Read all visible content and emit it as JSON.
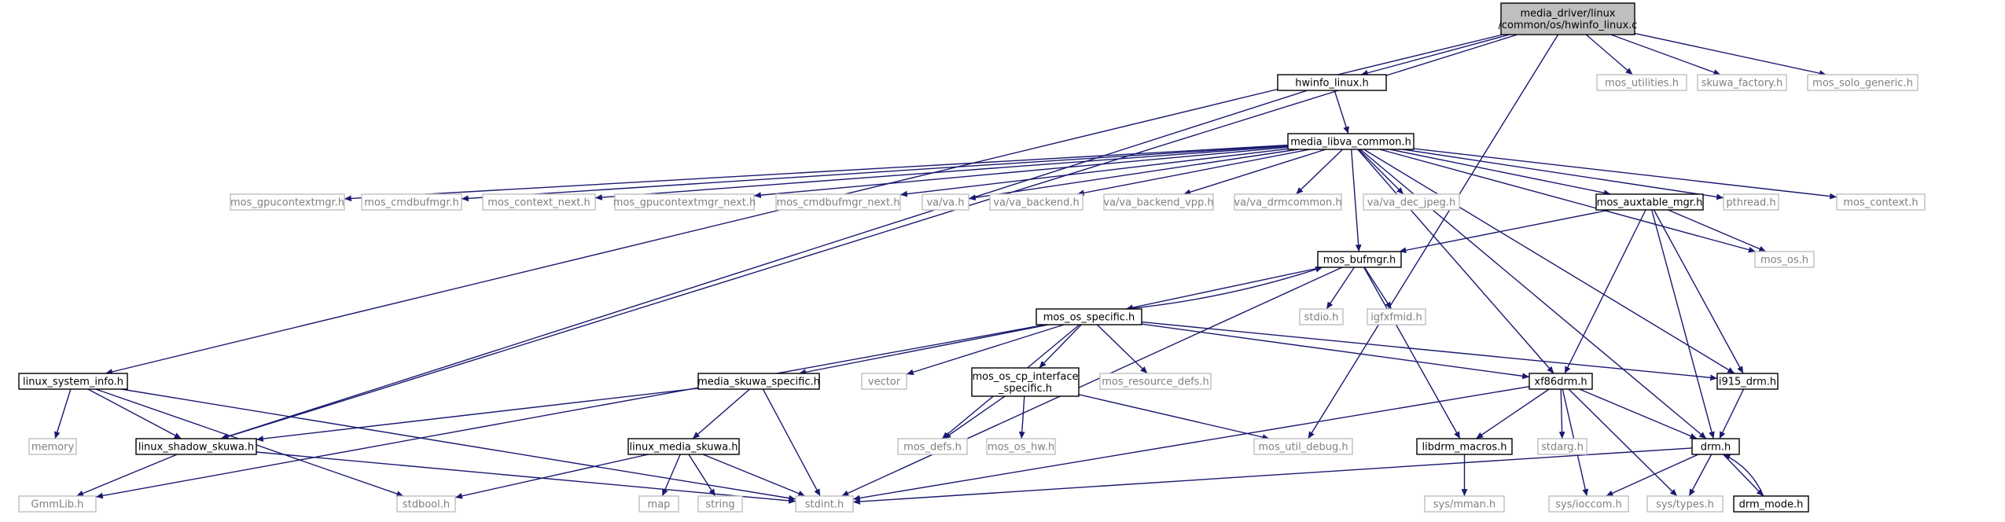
{
  "colors": {
    "edge": "#191970",
    "node_border_documented": "#000000",
    "node_border_external": "#bfbfbf",
    "node_fill": "#ffffff",
    "root_fill": "#bfbfbf",
    "label_documented": "#000000",
    "label_external": "#7f7f7f"
  },
  "graph": {
    "nodes": [
      {
        "id": "root",
        "lines": [
          "media_driver/linux",
          "/common/os/hwinfo_linux.c"
        ],
        "kind": "root"
      },
      {
        "id": "hwinfo_linux",
        "lines": [
          "hwinfo_linux.h"
        ],
        "kind": "documented"
      },
      {
        "id": "mos_utilities",
        "lines": [
          "mos_utilities.h"
        ],
        "kind": "external"
      },
      {
        "id": "skuwa_factory",
        "lines": [
          "skuwa_factory.h"
        ],
        "kind": "external"
      },
      {
        "id": "mos_solo_generic",
        "lines": [
          "mos_solo_generic.h"
        ],
        "kind": "external"
      },
      {
        "id": "media_libva_common",
        "lines": [
          "media_libva_common.h"
        ],
        "kind": "documented"
      },
      {
        "id": "mos_gpucontextmgr",
        "lines": [
          "mos_gpucontextmgr.h"
        ],
        "kind": "external"
      },
      {
        "id": "mos_cmdbufmgr",
        "lines": [
          "mos_cmdbufmgr.h"
        ],
        "kind": "external"
      },
      {
        "id": "mos_context_next",
        "lines": [
          "mos_context_next.h"
        ],
        "kind": "external"
      },
      {
        "id": "mos_gpucontextmgr_next",
        "lines": [
          "mos_gpucontextmgr_next.h"
        ],
        "kind": "external"
      },
      {
        "id": "mos_cmdbufmgr_next",
        "lines": [
          "mos_cmdbufmgr_next.h"
        ],
        "kind": "external"
      },
      {
        "id": "va_va",
        "lines": [
          "va/va.h"
        ],
        "kind": "external"
      },
      {
        "id": "va_backend",
        "lines": [
          "va/va_backend.h"
        ],
        "kind": "external"
      },
      {
        "id": "va_backend_vpp",
        "lines": [
          "va/va_backend_vpp.h"
        ],
        "kind": "external"
      },
      {
        "id": "va_drmcommon",
        "lines": [
          "va/va_drmcommon.h"
        ],
        "kind": "external"
      },
      {
        "id": "va_dec_jpeg",
        "lines": [
          "va/va_dec_jpeg.h"
        ],
        "kind": "external"
      },
      {
        "id": "mos_auxtable_mgr",
        "lines": [
          "mos_auxtable_mgr.h"
        ],
        "kind": "documented"
      },
      {
        "id": "pthread",
        "lines": [
          "pthread.h"
        ],
        "kind": "external"
      },
      {
        "id": "mos_context",
        "lines": [
          "mos_context.h"
        ],
        "kind": "external"
      },
      {
        "id": "mos_os",
        "lines": [
          "mos_os.h"
        ],
        "kind": "external"
      },
      {
        "id": "mos_bufmgr",
        "lines": [
          "mos_bufmgr.h"
        ],
        "kind": "documented"
      },
      {
        "id": "stdio",
        "lines": [
          "stdio.h"
        ],
        "kind": "external"
      },
      {
        "id": "igfxfmid",
        "lines": [
          "igfxfmid.h"
        ],
        "kind": "external"
      },
      {
        "id": "mos_os_specific",
        "lines": [
          "mos_os_specific.h"
        ],
        "kind": "documented"
      },
      {
        "id": "linux_system_info",
        "lines": [
          "linux_system_info.h"
        ],
        "kind": "documented"
      },
      {
        "id": "media_skuwa_specific",
        "lines": [
          "media_skuwa_specific.h"
        ],
        "kind": "documented"
      },
      {
        "id": "vector",
        "lines": [
          "vector"
        ],
        "kind": "external"
      },
      {
        "id": "mos_os_cp_interface_specific",
        "lines": [
          "mos_os_cp_interface",
          "_specific.h"
        ],
        "kind": "documented"
      },
      {
        "id": "mos_resource_defs",
        "lines": [
          "mos_resource_defs.h"
        ],
        "kind": "external"
      },
      {
        "id": "xf86drm",
        "lines": [
          "xf86drm.h"
        ],
        "kind": "documented"
      },
      {
        "id": "i915_drm",
        "lines": [
          "i915_drm.h"
        ],
        "kind": "documented"
      },
      {
        "id": "memory",
        "lines": [
          "memory"
        ],
        "kind": "external"
      },
      {
        "id": "linux_shadow_skuwa",
        "lines": [
          "linux_shadow_skuwa.h"
        ],
        "kind": "documented"
      },
      {
        "id": "linux_media_skuwa",
        "lines": [
          "linux_media_skuwa.h"
        ],
        "kind": "documented"
      },
      {
        "id": "mos_defs",
        "lines": [
          "mos_defs.h"
        ],
        "kind": "external"
      },
      {
        "id": "mos_os_hw",
        "lines": [
          "mos_os_hw.h"
        ],
        "kind": "external"
      },
      {
        "id": "mos_util_debug",
        "lines": [
          "mos_util_debug.h"
        ],
        "kind": "external"
      },
      {
        "id": "libdrm_macros",
        "lines": [
          "libdrm_macros.h"
        ],
        "kind": "documented"
      },
      {
        "id": "stdarg",
        "lines": [
          "stdarg.h"
        ],
        "kind": "external"
      },
      {
        "id": "drm",
        "lines": [
          "drm.h"
        ],
        "kind": "documented"
      },
      {
        "id": "GmmLib",
        "lines": [
          "GmmLib.h"
        ],
        "kind": "external"
      },
      {
        "id": "stdbool",
        "lines": [
          "stdbool.h"
        ],
        "kind": "external"
      },
      {
        "id": "map",
        "lines": [
          "map"
        ],
        "kind": "external"
      },
      {
        "id": "string",
        "lines": [
          "string"
        ],
        "kind": "external"
      },
      {
        "id": "stdint",
        "lines": [
          "stdint.h"
        ],
        "kind": "external"
      },
      {
        "id": "sys_mman",
        "lines": [
          "sys/mman.h"
        ],
        "kind": "external"
      },
      {
        "id": "sys_ioccom",
        "lines": [
          "sys/ioccom.h"
        ],
        "kind": "external"
      },
      {
        "id": "sys_types",
        "lines": [
          "sys/types.h"
        ],
        "kind": "external"
      },
      {
        "id": "drm_mode",
        "lines": [
          "drm_mode.h"
        ],
        "kind": "documented"
      }
    ],
    "edges": [
      [
        "root",
        "hwinfo_linux"
      ],
      [
        "root",
        "mos_utilities"
      ],
      [
        "root",
        "skuwa_factory"
      ],
      [
        "root",
        "mos_solo_generic"
      ],
      [
        "root",
        "linux_system_info"
      ],
      [
        "root",
        "linux_shadow_skuwa"
      ],
      [
        "root",
        "mos_util_debug"
      ],
      [
        "hwinfo_linux",
        "media_libva_common"
      ],
      [
        "hwinfo_linux",
        "linux_shadow_skuwa"
      ],
      [
        "media_libva_common",
        "mos_gpucontextmgr"
      ],
      [
        "media_libva_common",
        "mos_cmdbufmgr"
      ],
      [
        "media_libva_common",
        "mos_context_next"
      ],
      [
        "media_libva_common",
        "mos_gpucontextmgr_next"
      ],
      [
        "media_libva_common",
        "mos_cmdbufmgr_next"
      ],
      [
        "media_libva_common",
        "va_va"
      ],
      [
        "media_libva_common",
        "va_backend"
      ],
      [
        "media_libva_common",
        "va_backend_vpp"
      ],
      [
        "media_libva_common",
        "va_drmcommon"
      ],
      [
        "media_libva_common",
        "va_dec_jpeg"
      ],
      [
        "media_libva_common",
        "mos_auxtable_mgr"
      ],
      [
        "media_libva_common",
        "pthread"
      ],
      [
        "media_libva_common",
        "mos_context"
      ],
      [
        "media_libva_common",
        "mos_os"
      ],
      [
        "media_libva_common",
        "mos_bufmgr"
      ],
      [
        "media_libva_common",
        "xf86drm"
      ],
      [
        "media_libva_common",
        "i915_drm"
      ],
      [
        "media_libva_common",
        "drm"
      ],
      [
        "mos_auxtable_mgr",
        "mos_bufmgr"
      ],
      [
        "mos_auxtable_mgr",
        "mos_os"
      ],
      [
        "mos_auxtable_mgr",
        "xf86drm"
      ],
      [
        "mos_auxtable_mgr",
        "i915_drm"
      ],
      [
        "mos_auxtable_mgr",
        "drm"
      ],
      [
        "mos_bufmgr",
        "stdio"
      ],
      [
        "mos_bufmgr",
        "igfxfmid"
      ],
      [
        "mos_bufmgr",
        "mos_os_specific"
      ],
      [
        "mos_bufmgr",
        "libdrm_macros"
      ],
      [
        "mos_bufmgr",
        "stdint"
      ],
      [
        "mos_os_specific",
        "mos_bufmgr"
      ],
      [
        "mos_os_specific",
        "GmmLib"
      ],
      [
        "mos_os_specific",
        "media_skuwa_specific"
      ],
      [
        "mos_os_specific",
        "vector"
      ],
      [
        "mos_os_specific",
        "mos_os_cp_interface_specific"
      ],
      [
        "mos_os_specific",
        "mos_resource_defs"
      ],
      [
        "mos_os_specific",
        "xf86drm"
      ],
      [
        "mos_os_specific",
        "i915_drm"
      ],
      [
        "mos_os_specific",
        "mos_defs"
      ],
      [
        "linux_system_info",
        "memory"
      ],
      [
        "linux_system_info",
        "linux_shadow_skuwa"
      ],
      [
        "linux_system_info",
        "stdbool"
      ],
      [
        "linux_system_info",
        "stdint"
      ],
      [
        "media_skuwa_specific",
        "linux_shadow_skuwa"
      ],
      [
        "media_skuwa_specific",
        "linux_media_skuwa"
      ],
      [
        "media_skuwa_specific",
        "stdint"
      ],
      [
        "mos_os_cp_interface_specific",
        "mos_defs"
      ],
      [
        "mos_os_cp_interface_specific",
        "mos_os_hw"
      ],
      [
        "mos_os_cp_interface_specific",
        "mos_util_debug"
      ],
      [
        "linux_shadow_skuwa",
        "GmmLib"
      ],
      [
        "linux_shadow_skuwa",
        "stdint"
      ],
      [
        "linux_media_skuwa",
        "stdbool"
      ],
      [
        "linux_media_skuwa",
        "map"
      ],
      [
        "linux_media_skuwa",
        "string"
      ],
      [
        "linux_media_skuwa",
        "stdint"
      ],
      [
        "xf86drm",
        "libdrm_macros"
      ],
      [
        "xf86drm",
        "stdarg"
      ],
      [
        "xf86drm",
        "drm"
      ],
      [
        "xf86drm",
        "stdint"
      ],
      [
        "xf86drm",
        "sys_ioccom"
      ],
      [
        "xf86drm",
        "sys_types"
      ],
      [
        "i915_drm",
        "drm"
      ],
      [
        "libdrm_macros",
        "sys_mman"
      ],
      [
        "drm",
        "stdint"
      ],
      [
        "drm",
        "sys_ioccom"
      ],
      [
        "drm",
        "sys_types"
      ],
      [
        "drm",
        "drm_mode"
      ],
      [
        "drm_mode",
        "drm"
      ]
    ]
  }
}
